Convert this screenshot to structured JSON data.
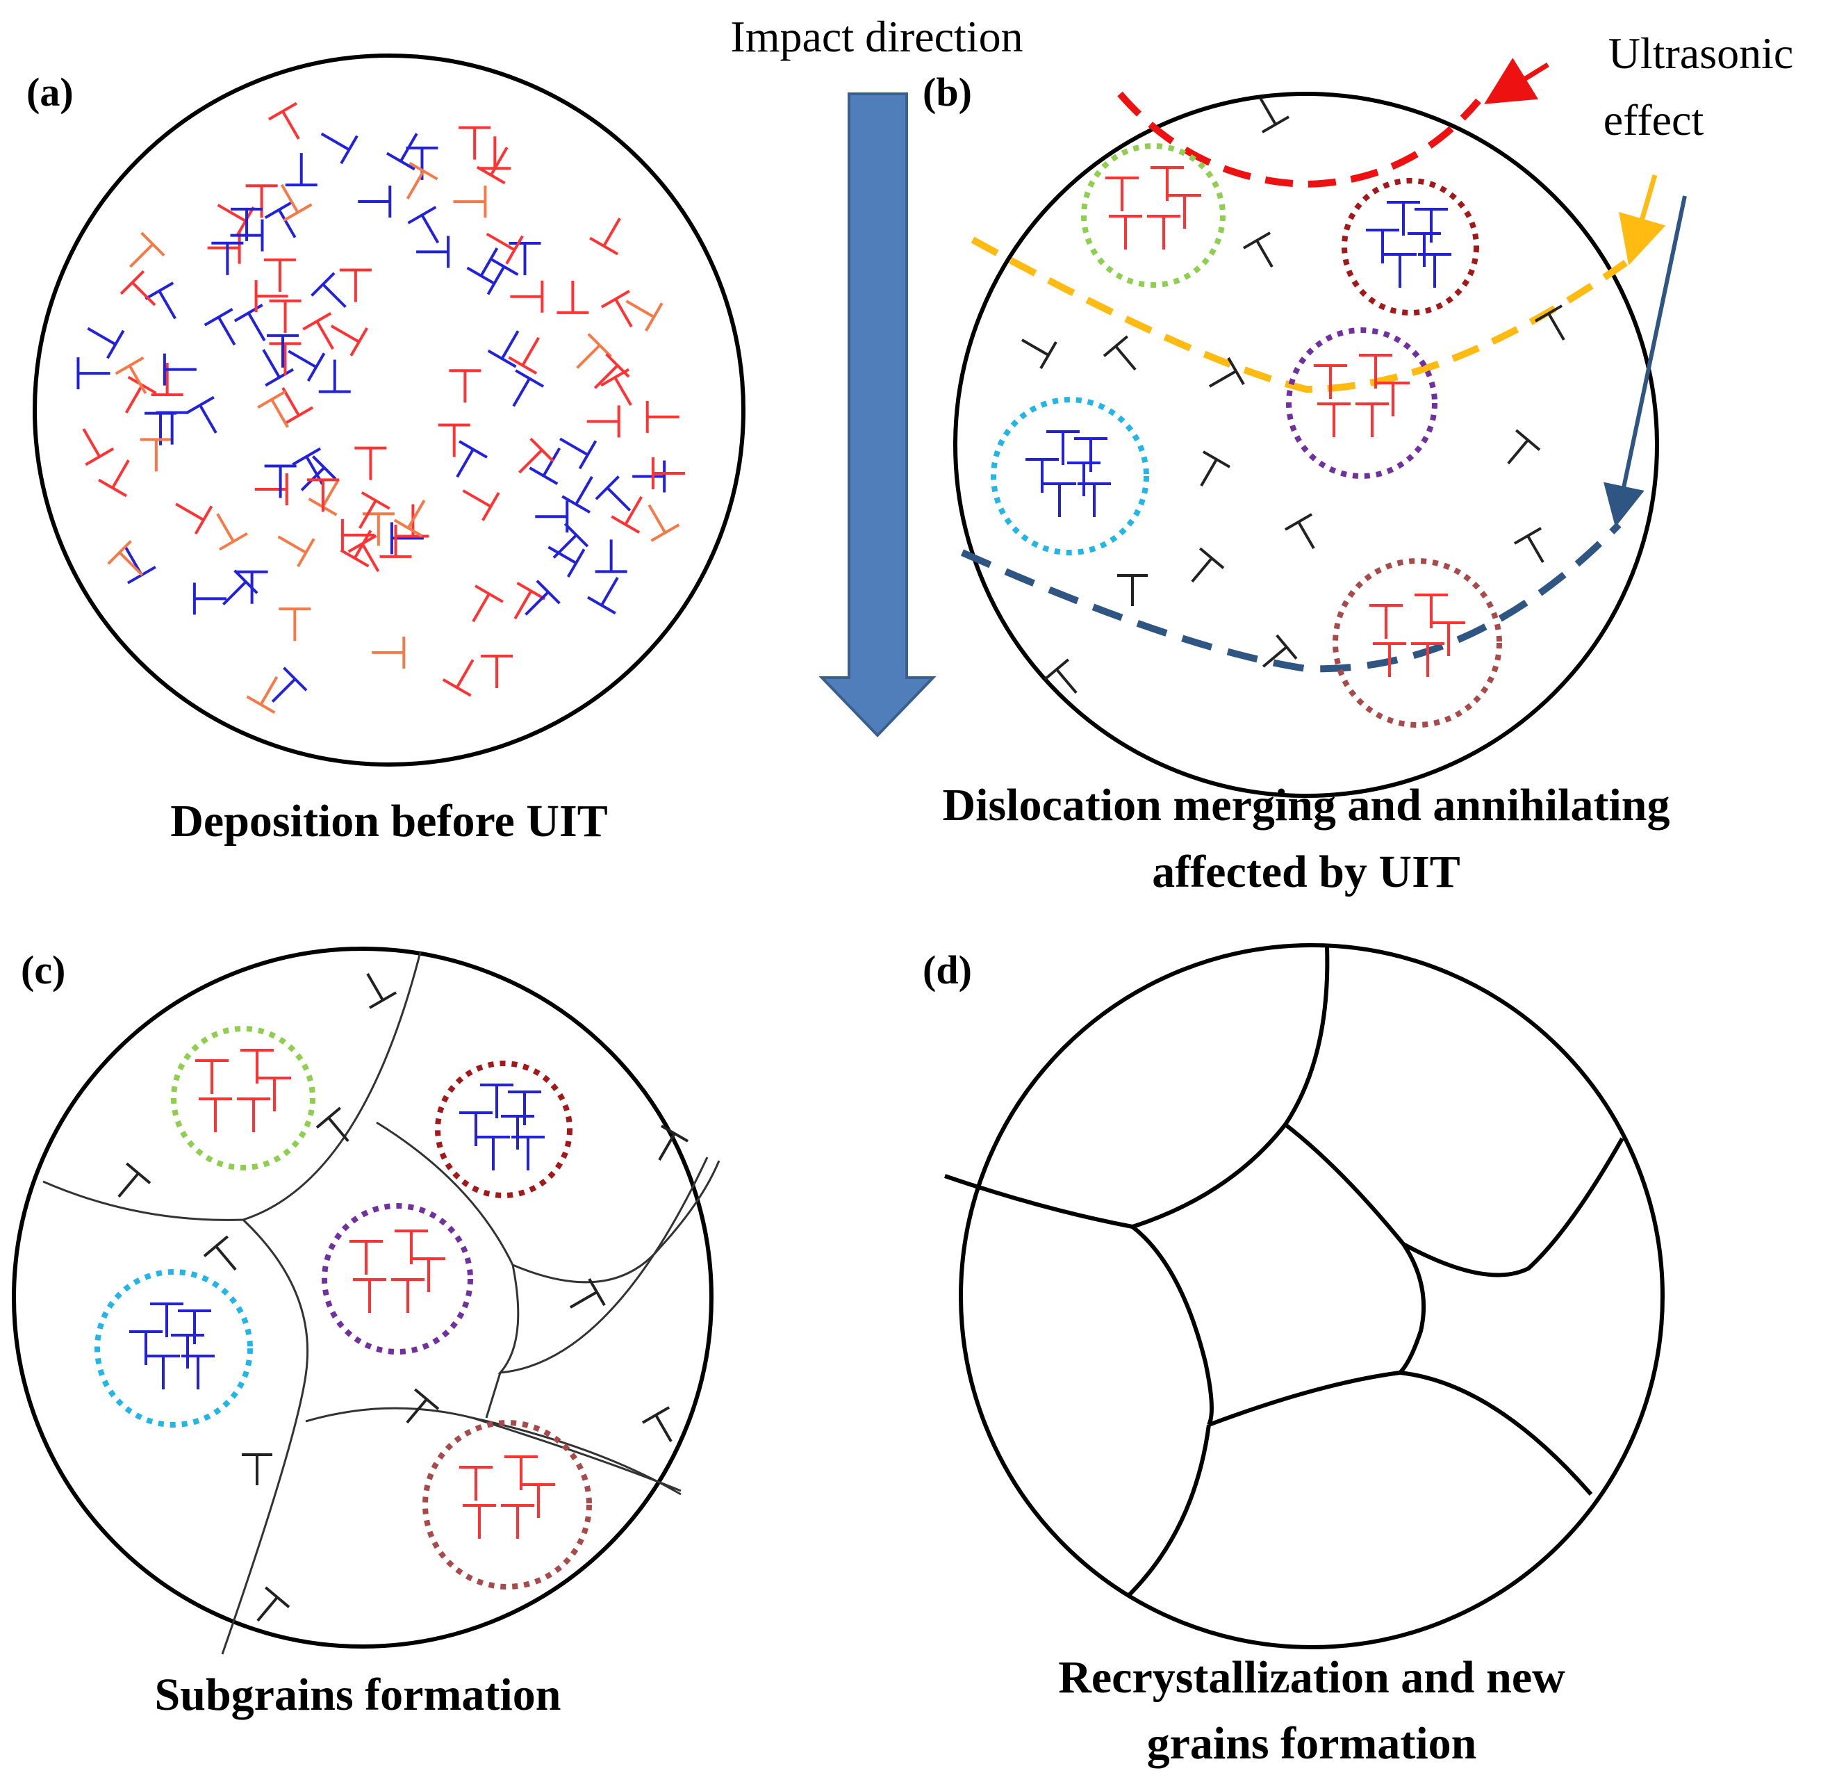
{
  "labels": {
    "a": "(a)",
    "b": "(b)",
    "c": "(c)",
    "d": "(d)",
    "impact": "Impact direction",
    "ultrasonic_1": "Ultrasonic",
    "ultrasonic_2": "effect"
  },
  "captions": {
    "a": "Deposition before UIT",
    "b_1": "Dislocation merging and annihilating",
    "b_2": "affected by UIT",
    "c": "Subgrains  formation",
    "d_1": "Recrystallization  and new",
    "d_2": "grains formation"
  },
  "colors": {
    "dislocation_red": "#ff3333",
    "dislocation_orange": "#f57a48",
    "dislocation_blue": "#2222dd",
    "dislocation_black": "#222222",
    "arrow_fill": "#4f7ebb",
    "arrow_stroke": "#3a5f8f",
    "wave_red": "#ee1111",
    "wave_yellow": "#ffbb11",
    "wave_navy": "#2f5583",
    "ring_green": "#8fcf4f",
    "ring_darkred": "#a31818",
    "ring_purple": "#7030a0",
    "ring_cyan": "#22b5e8",
    "ring_brown": "#a94a4a"
  },
  "symbols": {
    "dislocation": "T-shaped dislocation symbol",
    "arrow": "down-arrow-icon"
  }
}
